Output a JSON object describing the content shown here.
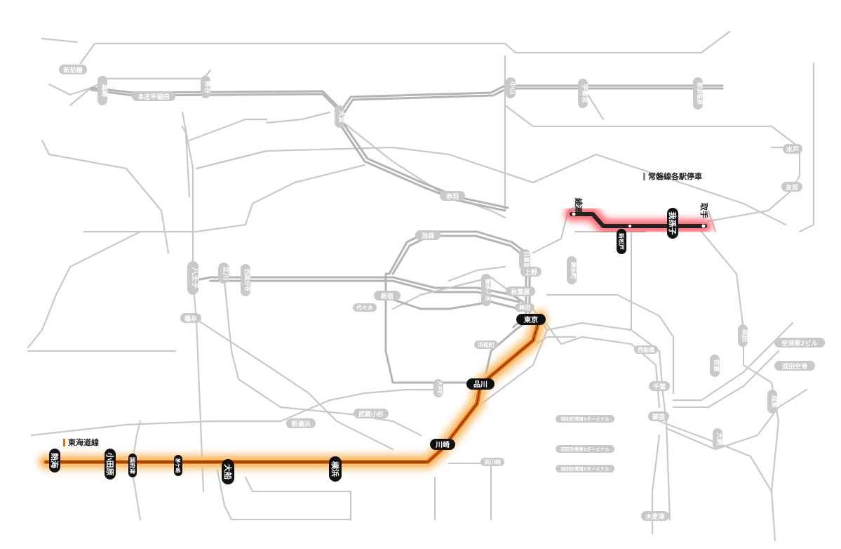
{
  "colors": {
    "tokaido": "#e26d0c",
    "tokaido_glow": "#f7b865",
    "joban_glow": "#ff2a3a",
    "line_dark": "#222222",
    "grey": "#c8c8c8"
  },
  "legend": {
    "tokaido": "東海道線",
    "joban": "常磐線各駅停車"
  },
  "highlight_stations": {
    "atami": "熱海",
    "odawara": "小田原",
    "kozu": "国府津",
    "chigasaki": "茅ケ崎",
    "ofuna": "大船",
    "yokohama": "横浜",
    "kawasaki": "川崎",
    "shinagawa": "品川",
    "tokyo": "東京",
    "ayase": "綾瀬",
    "shinmatsudo": "新松戸",
    "abiko": "我孫子",
    "toride": "取手"
  },
  "grey_stations": {
    "shinmaebashi": "新前橋",
    "takasaki": "高崎",
    "honjo": "本庄早稲田",
    "kumagaya": "熊谷",
    "omiya": "大宮",
    "oyama": "小山",
    "utsunomiya": "宇都宮",
    "nasushiobara": "那須塩原",
    "mito": "水戸",
    "tomobe": "友部",
    "akabane": "赤羽",
    "ikebukuro": "池袋",
    "nippori": "日暮里",
    "ueno": "上野",
    "akihabara": "秋葉原",
    "ochanomizu": "御茶ノ水",
    "kanda": "神田",
    "shinjuku": "新宿",
    "yoyogi": "代々木",
    "hachioji": "八王子",
    "tachikawa": "立川",
    "nishikokubunji": "西国分寺",
    "hashimoto": "橋本",
    "musashikosugi": "武蔵小杉",
    "shinyokohama": "新横浜",
    "chiba": "千葉",
    "soga": "蘇我",
    "narita": "成田",
    "sakura": "佐倉",
    "naritaairport": "成田空港",
    "airport2": "空港第2ビル",
    "kisarazu": "木更津",
    "funabashi": "西船橋",
    "hamamatsucho": "浜松町",
    "hamakawasaki": "浜川崎",
    "oi": "大井町",
    "kinshicho": "錦糸町",
    "naruto": "成東",
    "oami": "大網",
    "haneda3": "羽田空港第3ターミナル",
    "haneda1": "羽田空港第1ターミナル",
    "haneda2": "羽田空港第2ターミナル"
  }
}
